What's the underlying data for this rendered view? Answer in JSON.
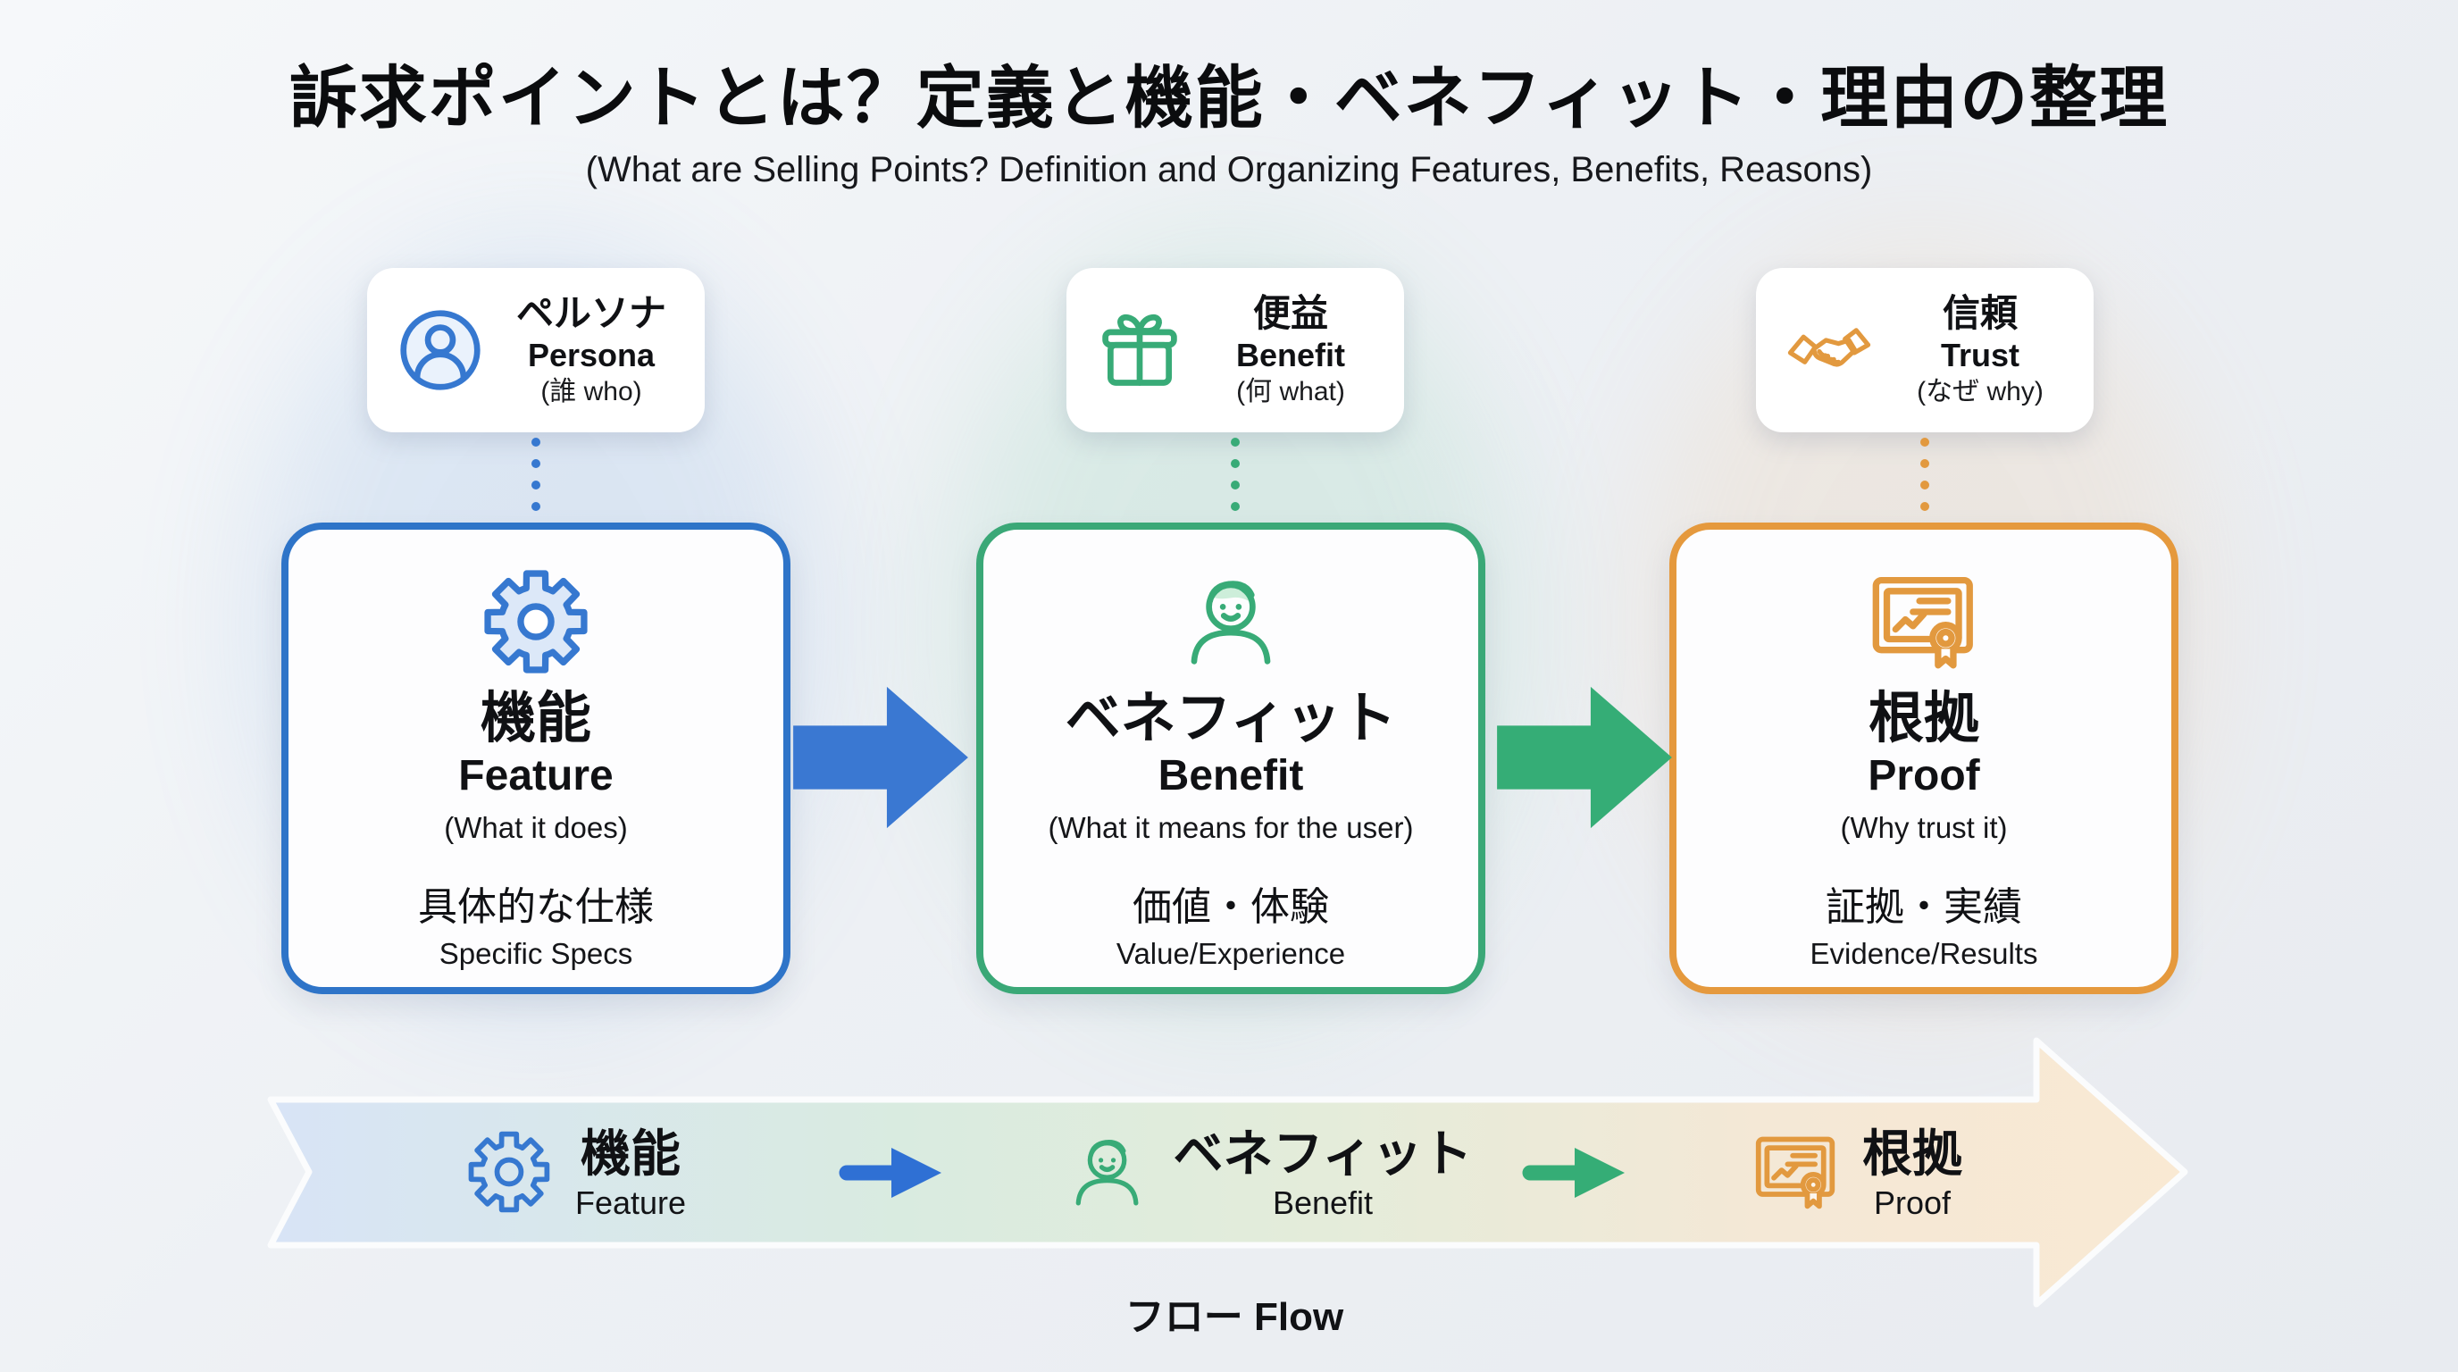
{
  "page": {
    "title": "訴求ポイントとは？定義と機能・ベネフィット・理由の整理",
    "subtitle": "(What are Selling Points? Definition and Organizing Features, Benefits, Reasons)"
  },
  "colors": {
    "blue": "#2e74c8",
    "green": "#38ab77",
    "orange": "#e2993f",
    "flow_gradient": [
      "#d8e4f6",
      "#d9ebe0",
      "#f9e9d3"
    ]
  },
  "columns": [
    {
      "badge": {
        "icon": "user-circle-icon",
        "jp": "ペルソナ",
        "en": "Persona",
        "note": "(誰 who)"
      },
      "box": {
        "icon": "gear-icon",
        "jp": "機能",
        "en": "Feature",
        "note": "(What it does)",
        "detail_jp": "具体的な仕様",
        "detail_en": "Specific Specs"
      }
    },
    {
      "badge": {
        "icon": "gift-icon",
        "jp": "便益",
        "en": "Benefit",
        "note": "(何 what)"
      },
      "box": {
        "icon": "person-icon",
        "jp": "ベネフィット",
        "en": "Benefit",
        "note": "(What it means for the user)",
        "detail_jp": "価値・体験",
        "detail_en": "Value/Experience"
      }
    },
    {
      "badge": {
        "icon": "handshake-icon",
        "jp": "信頼",
        "en": "Trust",
        "note": "(なぜ why)"
      },
      "box": {
        "icon": "certificate-icon",
        "jp": "根拠",
        "en": "Proof",
        "note": "(Why trust it)",
        "detail_jp": "証拠・実績",
        "detail_en": "Evidence/Results"
      }
    }
  ],
  "flow_bar": {
    "items": [
      {
        "icon": "gear-icon",
        "jp": "機能",
        "en": "Feature"
      },
      {
        "icon": "person-icon",
        "jp": "ベネフィット",
        "en": "Benefit"
      },
      {
        "icon": "certificate-icon",
        "jp": "根拠",
        "en": "Proof"
      }
    ],
    "label": "フロー Flow"
  }
}
